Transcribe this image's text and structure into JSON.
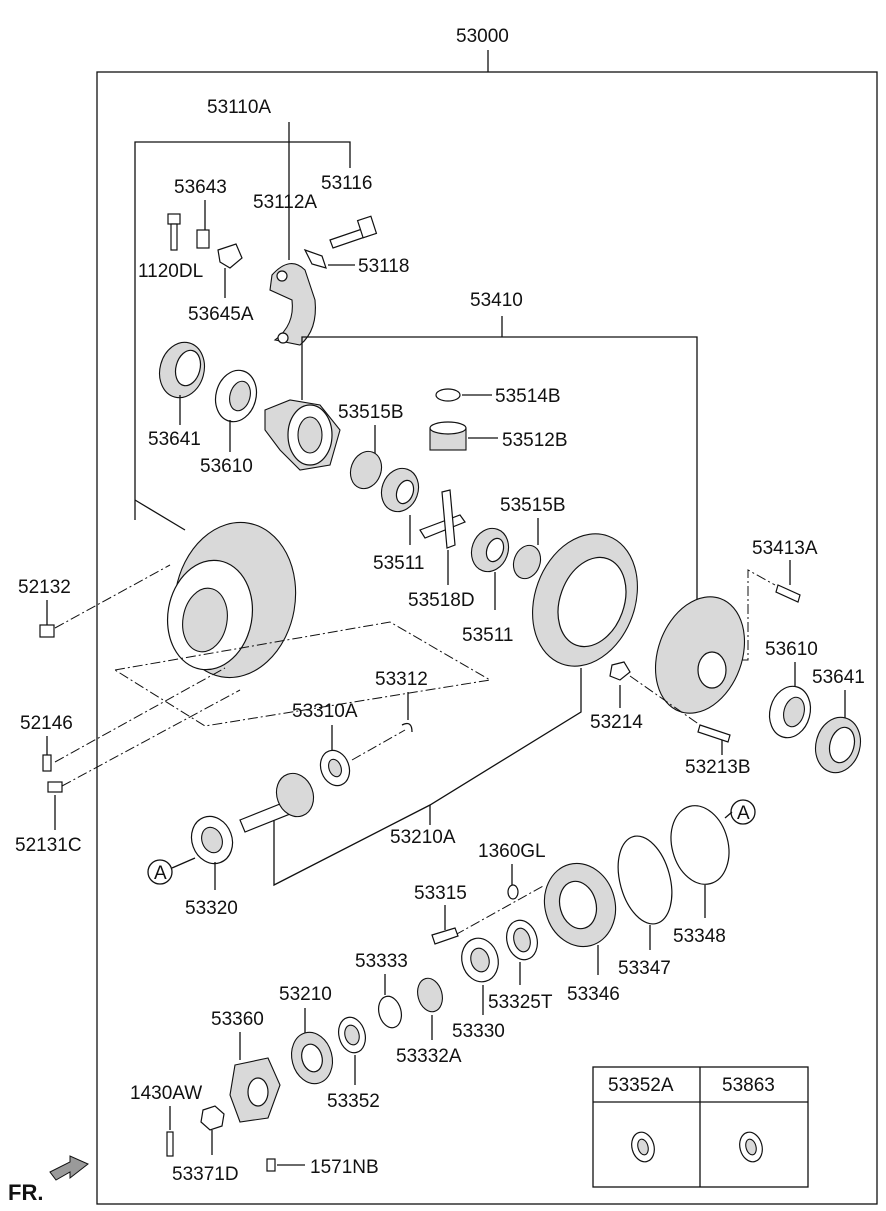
{
  "diagram": {
    "assembly_number": "53000",
    "direction_label": "FR.",
    "reference_marks": [
      "A",
      "A"
    ],
    "parts": {
      "p53110A": "53110A",
      "p53643": "53643",
      "p53112A": "53112A",
      "p53116": "53116",
      "p1120DL": "1120DL",
      "p53118": "53118",
      "p53645A": "53645A",
      "p53410": "53410",
      "p53514B": "53514B",
      "p53515B_a": "53515B",
      "p53512B": "53512B",
      "p53641_a": "53641",
      "p53610_a": "53610",
      "p53515B_b": "53515B",
      "p53511_a": "53511",
      "p53413A": "53413A",
      "p52132": "52132",
      "p53518D": "53518D",
      "p53511_b": "53511",
      "p53610_b": "53610",
      "p53641_b": "53641",
      "p53312": "53312",
      "p52146": "52146",
      "p53310A": "53310A",
      "p53214": "53214",
      "p53213B": "53213B",
      "p52131C": "52131C",
      "p53210A": "53210A",
      "p1360GL": "1360GL",
      "p53320": "53320",
      "p53315": "53315",
      "p53348": "53348",
      "p53333": "53333",
      "p53347": "53347",
      "p53210": "53210",
      "p53325T": "53325T",
      "p53346": "53346",
      "p53360": "53360",
      "p53330": "53330",
      "p53332A": "53332A",
      "p1430AW": "1430AW",
      "p53352": "53352",
      "p53371D": "53371D",
      "p1571NB": "1571NB"
    },
    "legend_table": {
      "col1": "53352A",
      "col2": "53863"
    }
  }
}
